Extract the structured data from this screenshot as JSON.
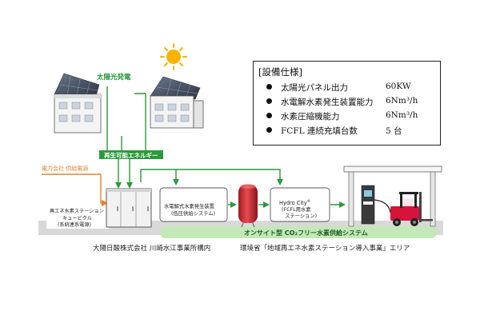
{
  "colors": {
    "green": "#2a9a3a",
    "orange": "#e8822a",
    "light_green_band": "#c4e8b8",
    "ground": "#d9d9d9",
    "forklift": "#d4143a",
    "tank": "#cc2630"
  },
  "solar_label": "太陽光発電",
  "renewable_label": "再生可能エネルギー",
  "power_company_label": "電力会社 供給電源",
  "cubicle": {
    "label_line1": "再エネ水素ステーション",
    "label_line2": "キュービクル",
    "label_line3": "(系統連系電源)"
  },
  "electrolyzer": {
    "label_line1": "水電解式水素発生装置",
    "label_line2": "(低圧供給システム)"
  },
  "hydro_city": {
    "label_line1": "Hydro City",
    "label_sup": "®",
    "label_line2": "(FCFL用水素",
    "label_line3": "ステーション)"
  },
  "system_band_label": "オンサイト型 CO₂フリー水素供給システム",
  "captions": {
    "left": "大陽日酸株式会社 川崎水江事業所構内",
    "right": "環境省「地域再エネ水素ステーション導入事業」エリア"
  },
  "spec": {
    "title": "[設備仕様]",
    "rows": [
      {
        "label": "太陽光パネル出力",
        "value": "60KW"
      },
      {
        "label": "水電解水素発生装置能力",
        "value": "6Nm³/h"
      },
      {
        "label": "水素圧縮機能力",
        "value": "6Nm³/h"
      },
      {
        "label": "FCFL 連続充填台数",
        "value": "5 台"
      }
    ]
  }
}
